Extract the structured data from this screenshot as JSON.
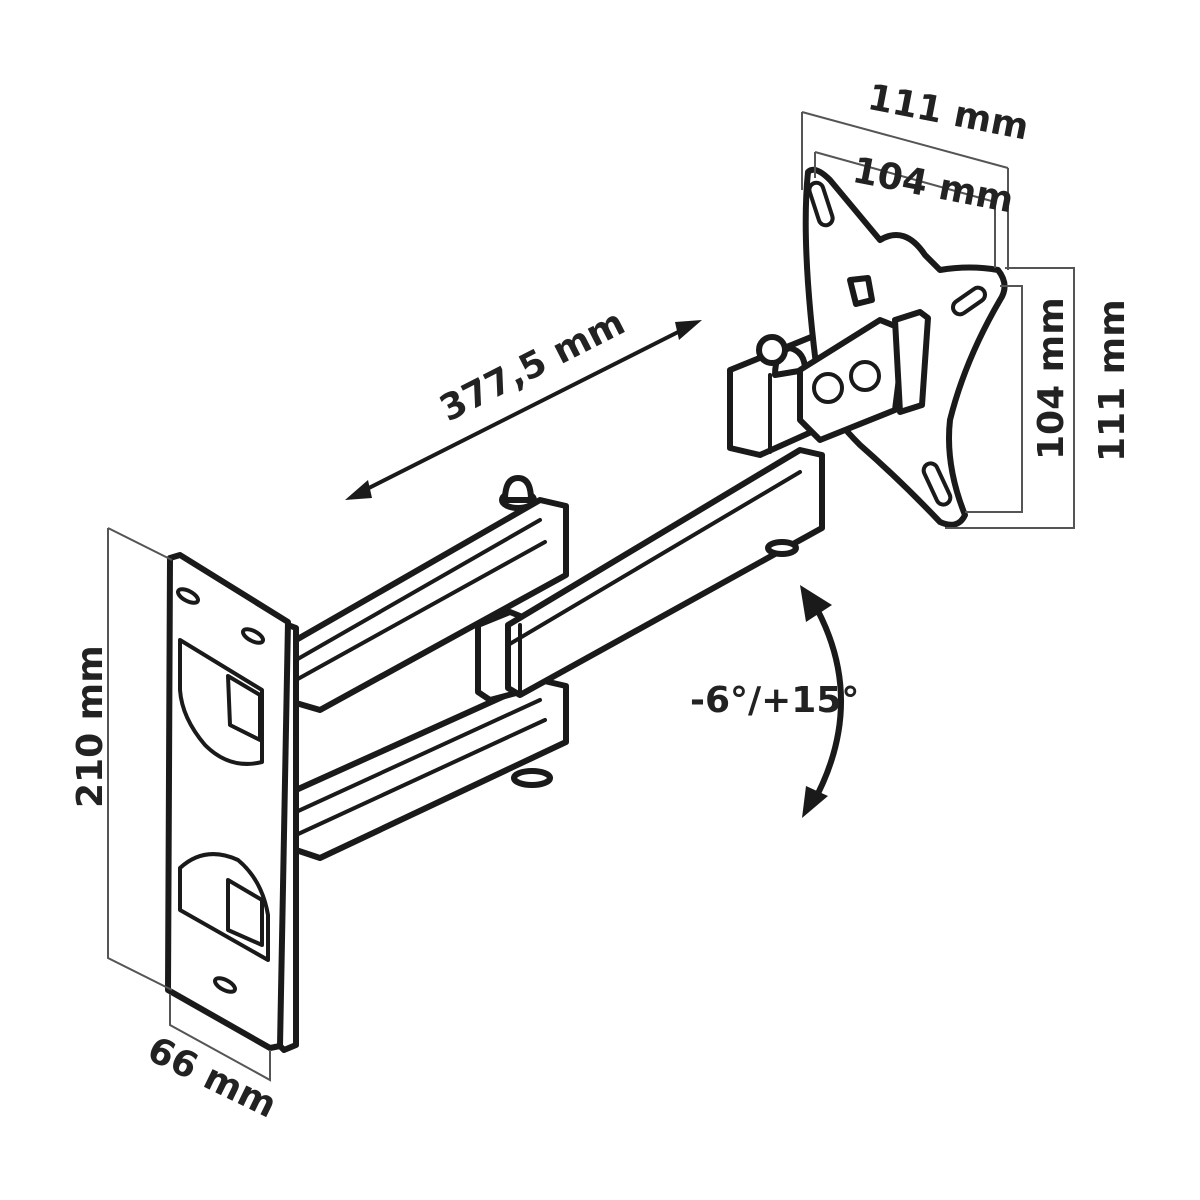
{
  "dimensions": {
    "vesa_outer_width": "111 mm",
    "vesa_inner_width": "104 mm",
    "vesa_inner_height": "104 mm",
    "vesa_outer_height": "111 mm",
    "arm_extension": "377,5 mm",
    "wall_plate_height": "210 mm",
    "wall_plate_width": "66 mm",
    "tilt_range": "-6°/+15°"
  },
  "colors": {
    "line": "#1a1a1a",
    "text": "#222222",
    "dimension_line": "#555555",
    "background": "#ffffff"
  }
}
